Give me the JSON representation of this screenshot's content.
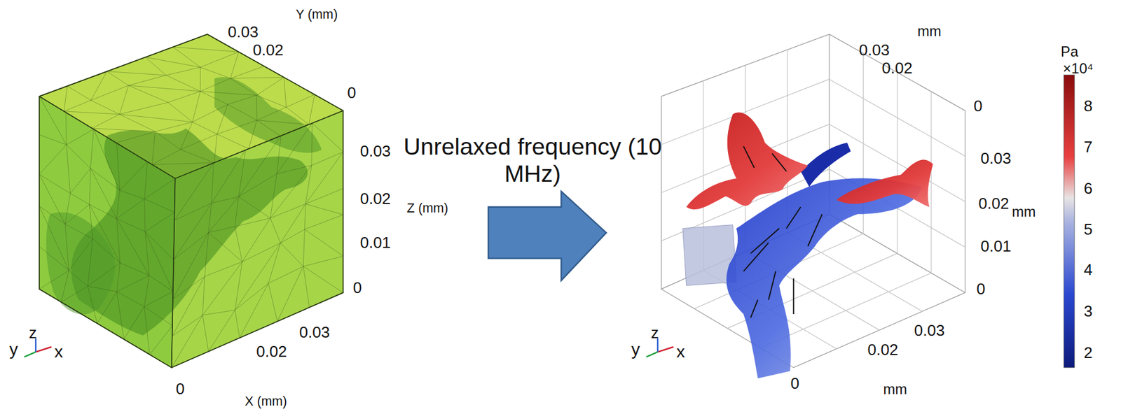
{
  "diagram": {
    "labels": [
      "Y (mm)",
      "0.03",
      "0.02",
      "0",
      "0.03",
      "0.02",
      "Z (mm)",
      "0.01",
      "0",
      "0.03",
      "0.02",
      "0",
      "X (mm)",
      "y",
      "z",
      "x",
      "Unrelaxed frequency (10 MHz)",
      "mm",
      "0.03",
      "0.02",
      "0",
      "0.03",
      "0.02",
      "mm",
      "0.01",
      "0",
      "0.03",
      "0.02",
      "0",
      "mm",
      "y",
      "z",
      "x",
      "Pa",
      "×10⁴",
      "8",
      "7",
      "6",
      "5",
      "4",
      "3",
      "2"
    ]
  }
}
